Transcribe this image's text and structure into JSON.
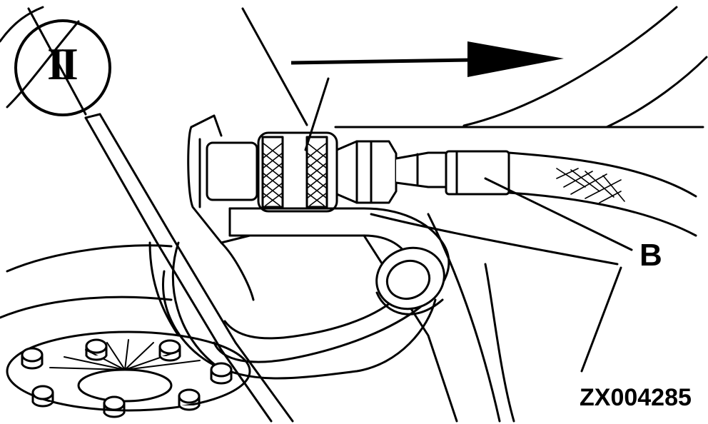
{
  "step_label": "II",
  "callout_label": "B",
  "figure_id": "ZX004285",
  "colors": {
    "line": "#000000",
    "background": "#ffffff"
  },
  "icons": [
    "direction-arrow-icon"
  ]
}
